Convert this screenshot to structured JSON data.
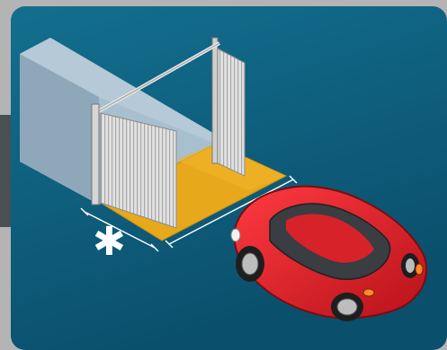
{
  "marker": {
    "symbol": "✱"
  },
  "colors": {
    "background": "#0b5a7a",
    "floor": "#e8a81c",
    "wall_light": "#a9bfce",
    "wall_dark": "#8ea7b8",
    "door_panel": "#dcdcdc",
    "car_body": "#e0202a",
    "car_glass": "#3a3d42",
    "dimension_lines": "#ffffff"
  },
  "icons": [
    "garage-wall",
    "hinged-garage-door",
    "car-icon",
    "dimension-line",
    "asterisk-marker"
  ]
}
